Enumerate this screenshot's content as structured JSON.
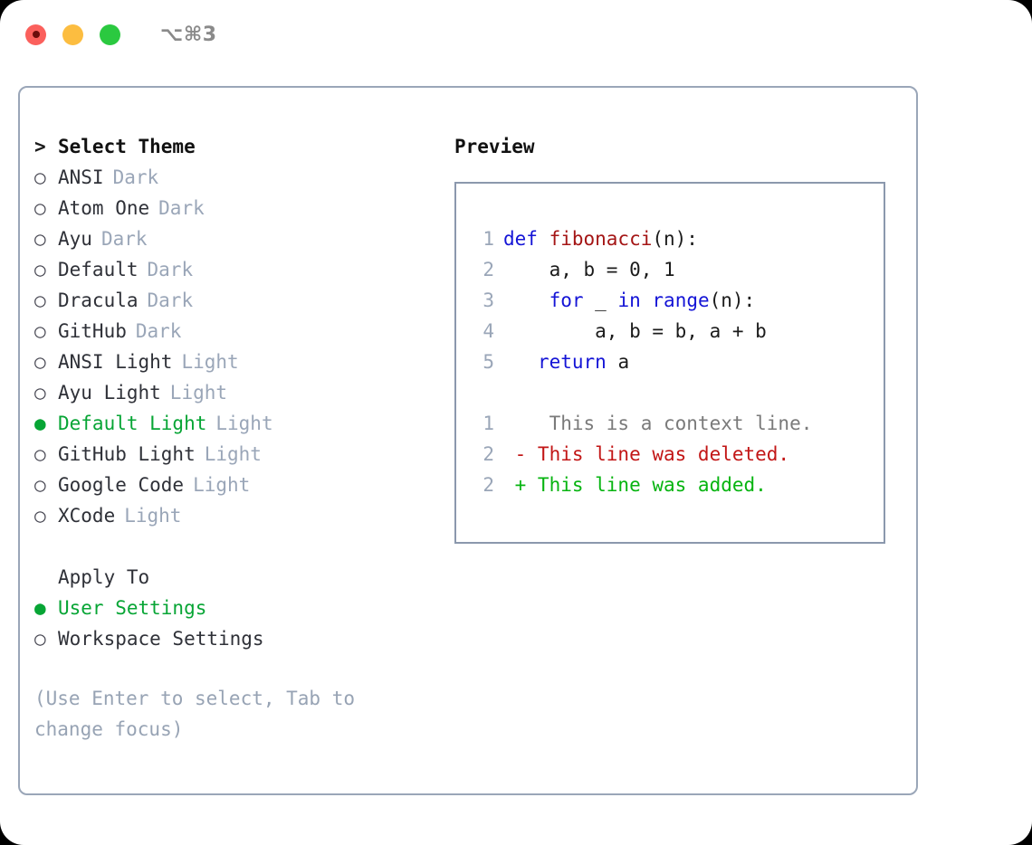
{
  "titlebar": {
    "shortcut": "⌥⌘3",
    "dots": [
      "close",
      "minimize",
      "maximize"
    ]
  },
  "theme_picker": {
    "header_caret": ">",
    "header": "Select Theme",
    "radio_empty": "○",
    "radio_filled": "●",
    "items": [
      {
        "name": "ANSI",
        "tag": "Dark",
        "selected": false
      },
      {
        "name": "Atom One",
        "tag": "Dark",
        "selected": false
      },
      {
        "name": "Ayu",
        "tag": "Dark",
        "selected": false
      },
      {
        "name": "Default",
        "tag": "Dark",
        "selected": false
      },
      {
        "name": "Dracula",
        "tag": "Dark",
        "selected": false
      },
      {
        "name": "GitHub",
        "tag": "Dark",
        "selected": false
      },
      {
        "name": "ANSI Light",
        "tag": "Light",
        "selected": false
      },
      {
        "name": "Ayu Light",
        "tag": "Light",
        "selected": false
      },
      {
        "name": "Default Light",
        "tag": "Light",
        "selected": true
      },
      {
        "name": "GitHub Light",
        "tag": "Light",
        "selected": false
      },
      {
        "name": "Google Code",
        "tag": "Light",
        "selected": false
      },
      {
        "name": "XCode",
        "tag": "Light",
        "selected": false
      }
    ]
  },
  "apply_to": {
    "header": "Apply To",
    "items": [
      {
        "name": "User Settings",
        "selected": true
      },
      {
        "name": "Workspace Settings",
        "selected": false
      }
    ]
  },
  "hint": "(Use Enter to select, Tab to change focus)",
  "preview": {
    "title": "Preview",
    "code_lines": [
      {
        "no": "1",
        "tokens": [
          {
            "t": "def ",
            "k": "kw"
          },
          {
            "t": "fibonacci",
            "k": "fn"
          },
          {
            "t": "(n):",
            "k": "txt"
          }
        ]
      },
      {
        "no": "2",
        "tokens": [
          {
            "t": "    a, b = 0, 1",
            "k": "txt"
          }
        ]
      },
      {
        "no": "3",
        "tokens": [
          {
            "t": "    ",
            "k": "txt"
          },
          {
            "t": "for",
            "k": "kw"
          },
          {
            "t": " _ ",
            "k": "txt"
          },
          {
            "t": "in",
            "k": "kw"
          },
          {
            "t": " ",
            "k": "txt"
          },
          {
            "t": "range",
            "k": "kw"
          },
          {
            "t": "(n):",
            "k": "txt"
          }
        ]
      },
      {
        "no": "4",
        "tokens": [
          {
            "t": "        a, b = b, a + b",
            "k": "txt"
          }
        ]
      },
      {
        "no": "5",
        "tokens": [
          {
            "t": "   ",
            "k": "txt"
          },
          {
            "t": "return",
            "k": "kw"
          },
          {
            "t": " a",
            "k": "txt"
          }
        ]
      }
    ],
    "diff_lines": [
      {
        "no": "1",
        "marker": " ",
        "text": "  This is a context line.",
        "kind": "ctx"
      },
      {
        "no": "2",
        "marker": "-",
        "text": " This line was deleted.",
        "kind": "del"
      },
      {
        "no": "2",
        "marker": "+",
        "text": " This line was added.",
        "kind": "add"
      }
    ]
  },
  "colors": {
    "accent_green": "#07a535",
    "muted": "#9aa6b8",
    "border": "#8b98ad",
    "keyword": "#1414d6",
    "function": "#a41515",
    "diff_add": "#06b410",
    "diff_del": "#c21616"
  }
}
